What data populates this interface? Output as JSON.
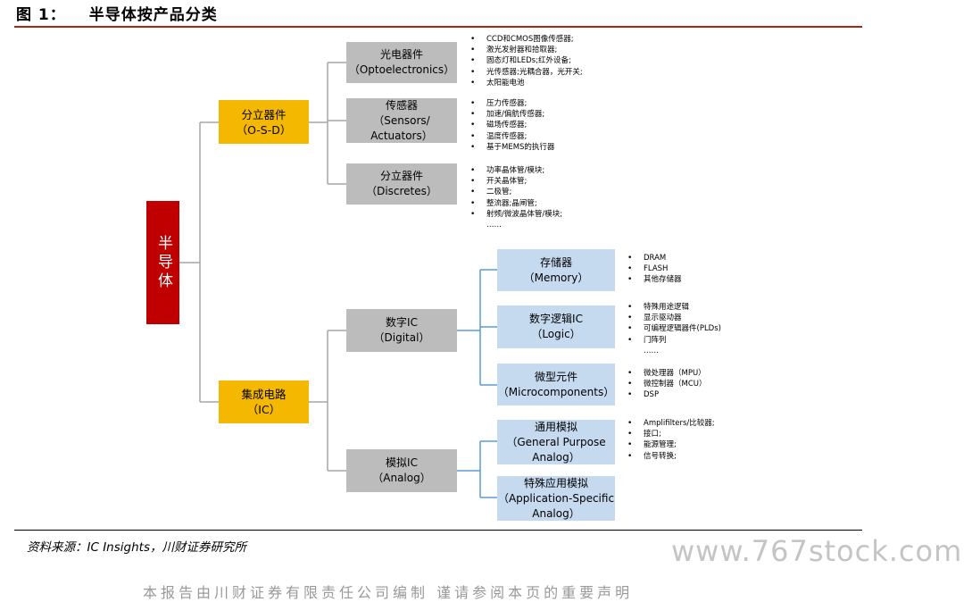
{
  "figure": {
    "label": "图 1：",
    "title": "半导体按产品分类"
  },
  "root": {
    "label": "半导体"
  },
  "branches": {
    "osd": {
      "name": "分立器件",
      "en": "（O-S-D）"
    },
    "ic": {
      "name": "集成电路",
      "en": "（IC）"
    }
  },
  "osd_children": {
    "opto": {
      "name": "光电器件",
      "en": "（Optoelectronics）",
      "items": [
        "CCD和CMOS图像传感器;",
        "激光发射器和拾取器;",
        "固态灯和LEDs;红外设备;",
        "光传感器;光耦合器，光开关;",
        "太阳能电池"
      ]
    },
    "sensors": {
      "name": "传感器",
      "en1": "（Sensors/",
      "en2": "Actuators）",
      "items": [
        "压力传感器;",
        "加速/偏航传感器;",
        "磁场传感器;",
        "温度传感器;",
        "基于MEMS的执行器"
      ]
    },
    "discretes": {
      "name": "分立器件",
      "en": "（Discretes）",
      "items": [
        "功率晶体管/模块;",
        "开关晶体管;",
        "二极管;",
        "整流器;晶闸管;",
        "射频/微波晶体管/模块;"
      ],
      "ellipsis": "……"
    }
  },
  "ic_children": {
    "digital": {
      "name": "数字IC",
      "en": "（Digital）"
    },
    "analog": {
      "name": "模拟IC",
      "en": "（Analog）"
    }
  },
  "digital_children": {
    "memory": {
      "name": "存储器",
      "en": "（Memory）",
      "items": [
        "DRAM",
        "FLASH",
        "其他存储器"
      ]
    },
    "logic": {
      "name": "数字逻辑IC",
      "en": "（Logic）",
      "items": [
        "特殊用途逻辑",
        "显示驱动器",
        "可编程逻辑器件(PLDs)",
        "门阵列"
      ],
      "ellipsis": "……"
    },
    "micro": {
      "name": "微型元件",
      "en": "（Microcomponents）",
      "items": [
        "微处理器（MPU）",
        "微控制器（MCU）",
        "DSP"
      ]
    }
  },
  "analog_children": {
    "general": {
      "name": "通用模拟",
      "en1": "（General Purpose",
      "en2": "Analog）",
      "items": [
        "Amplifilters/比较器;",
        "接口;",
        "能源管理;",
        "信号转换;"
      ]
    },
    "specific": {
      "name": "特殊应用模拟",
      "en1": "（Application-Specific",
      "en2": "Analog）"
    }
  },
  "source": "资料来源：IC Insights，川财证券研究所",
  "watermark": "www.767stock.com",
  "cutoff_text": "本报告由川财证券有限责任公司编制 谨请参阅本页的重要声明"
}
